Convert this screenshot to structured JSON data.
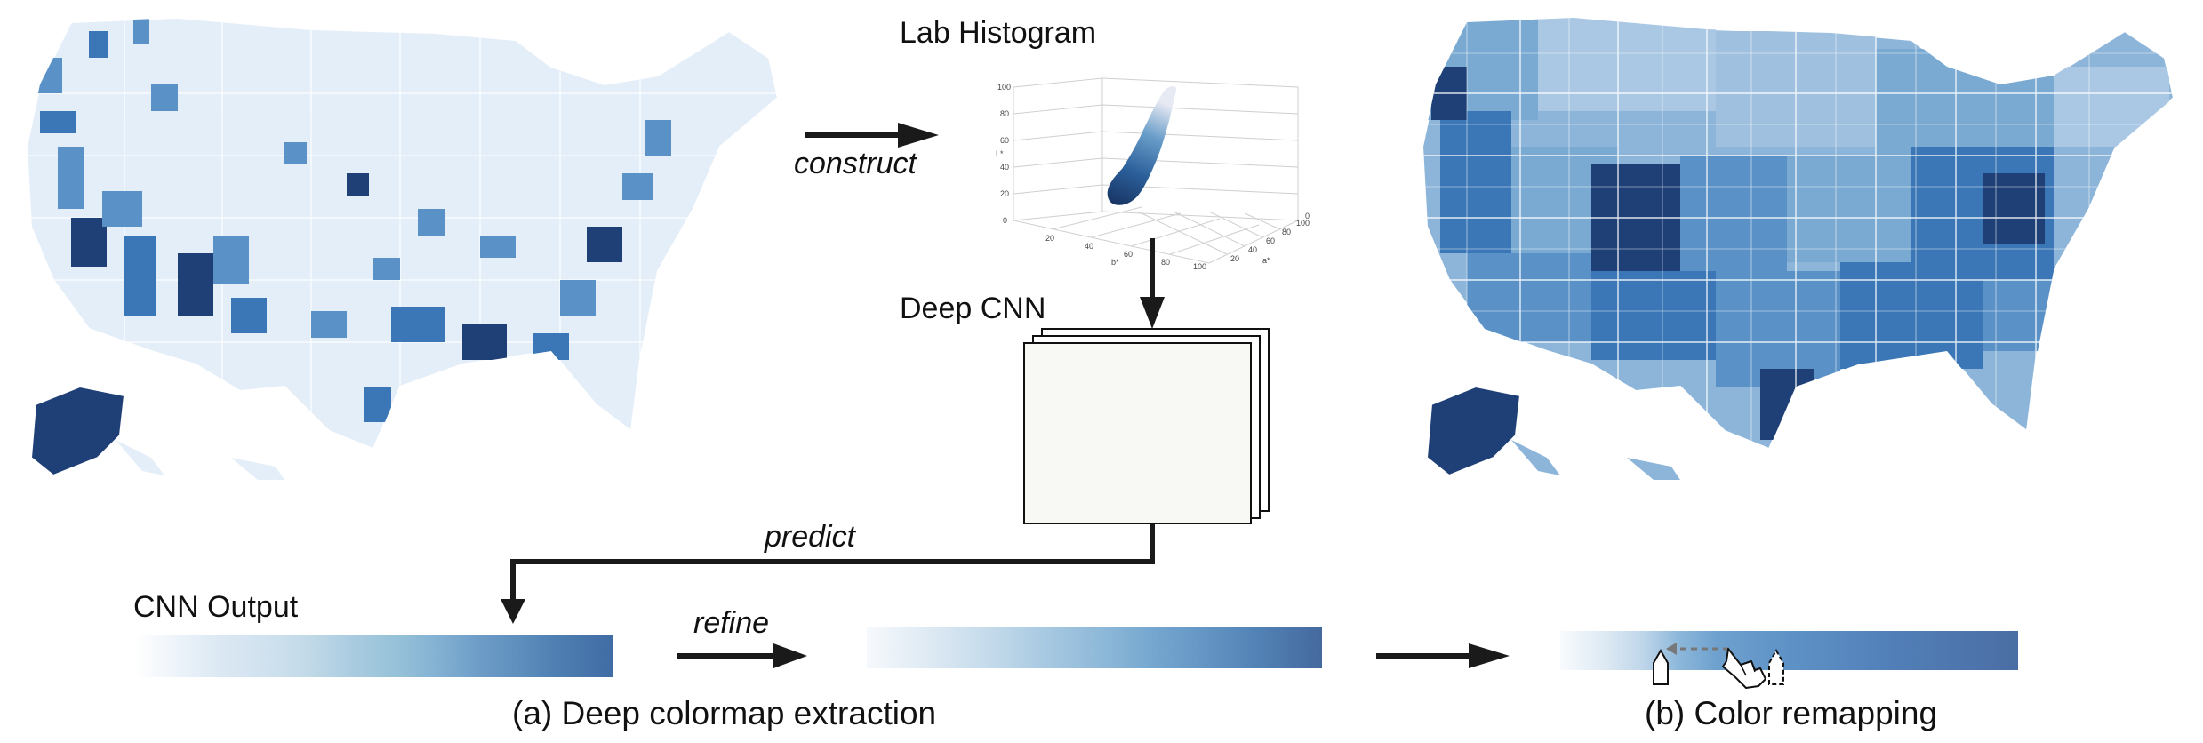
{
  "labels": {
    "lab_histogram": "Lab Histogram",
    "deep_cnn": "Deep CNN",
    "cnn_output": "CNN Output",
    "construct": "construct",
    "predict": "predict",
    "refine": "refine"
  },
  "captions": {
    "a": "(a) Deep colormap extraction",
    "b": "(b) Color remapping"
  },
  "histogram_axes": {
    "l_axis": "L*",
    "a_axis": "a*",
    "b_axis": "b*",
    "l_ticks": [
      "0",
      "20",
      "40",
      "60",
      "80",
      "100"
    ],
    "b_ticks": [
      "20",
      "40",
      "60",
      "80",
      "100"
    ],
    "a_ticks": [
      "20",
      "40",
      "60",
      "80",
      "100"
    ],
    "a_extra": "0"
  },
  "colors": {
    "arrow": "#1a1a1a",
    "dash_arrow": "#777777",
    "light": "#eef4fa",
    "mid": "#7aaad2",
    "dark": "#1f3f77"
  },
  "icons": [
    "hand-pointer-icon",
    "left-marker-icon",
    "right-marker-icon"
  ]
}
